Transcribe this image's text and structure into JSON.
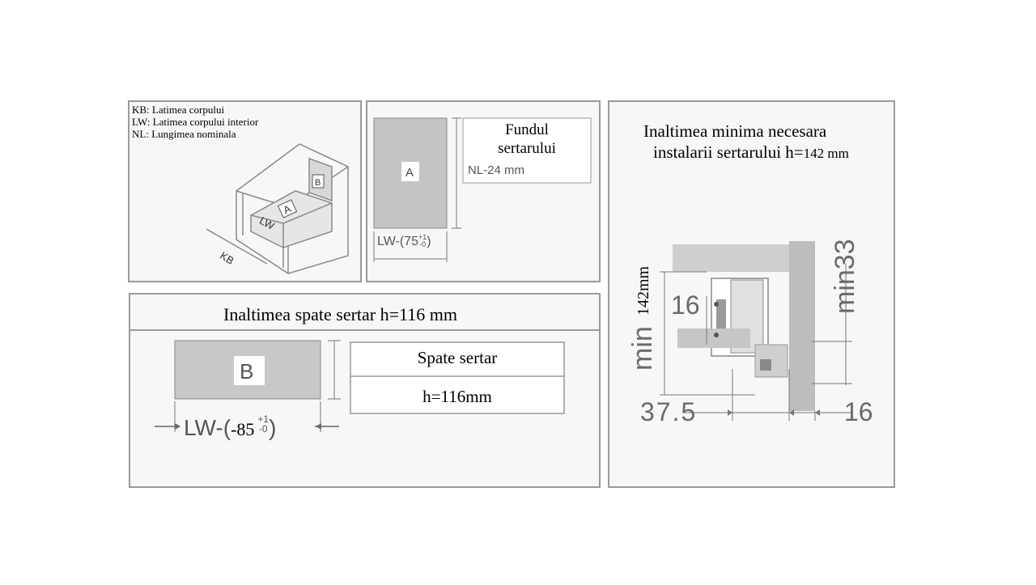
{
  "legend": {
    "kb": "KB: Latimea corpului",
    "lw": "LW: Latimea corpului interior",
    "nl": "NL: Lungimea nominala"
  },
  "cabinet": {
    "label_a": "A",
    "label_b": "B",
    "label_lw": "LW",
    "label_kb": "KB"
  },
  "bottom_panel": {
    "label_a": "A",
    "nl_dim": "NL-24 mm",
    "lw_dim_prefix": "LW-(75",
    "lw_dim_tol_plus": "+1",
    "lw_dim_tol_minus": "-0",
    "lw_dim_suffix": ")",
    "title_line1": "Fundul",
    "title_line2": "sertarului"
  },
  "back_panel": {
    "header": "Inaltimea spate sertar h=116 mm",
    "label_b": "B",
    "lw_dim_prefix": "LW-(",
    "lw_dim_value": "-85",
    "lw_dim_tol_plus": "+1",
    "lw_dim_tol_minus": "-0",
    "lw_dim_suffix": ")",
    "table_title": "Spate sertar",
    "table_value": "h=116mm"
  },
  "install_panel": {
    "title_line1": "Inaltimea minima necesara",
    "title_line2_prefix": "instalarii sertarului h=",
    "title_line2_value": "142 mm",
    "dim_min_vertical": "min",
    "dim_142": "142mm",
    "dim_16_top": "16",
    "dim_min33": "min33",
    "dim_37_5": "37.5",
    "dim_16_bottom": "16"
  }
}
